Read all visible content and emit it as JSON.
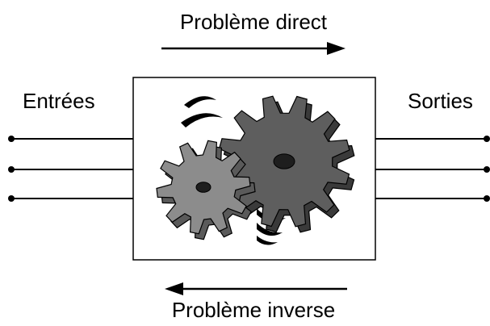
{
  "diagram": {
    "top_label": "Problème direct",
    "bottom_label": "Problème inverse",
    "inputs_label": "Entrées",
    "outputs_label": "Sorties",
    "input_line_count": 3,
    "output_line_count": 3,
    "box_icon": "gears-icon",
    "top_arrow_direction": "right",
    "bottom_arrow_direction": "left",
    "colors": {
      "line": "#000000",
      "box_border": "#000000",
      "small_gear": "#8c8c8c",
      "large_gear": "#5e5e5e",
      "background": "#ffffff"
    }
  }
}
